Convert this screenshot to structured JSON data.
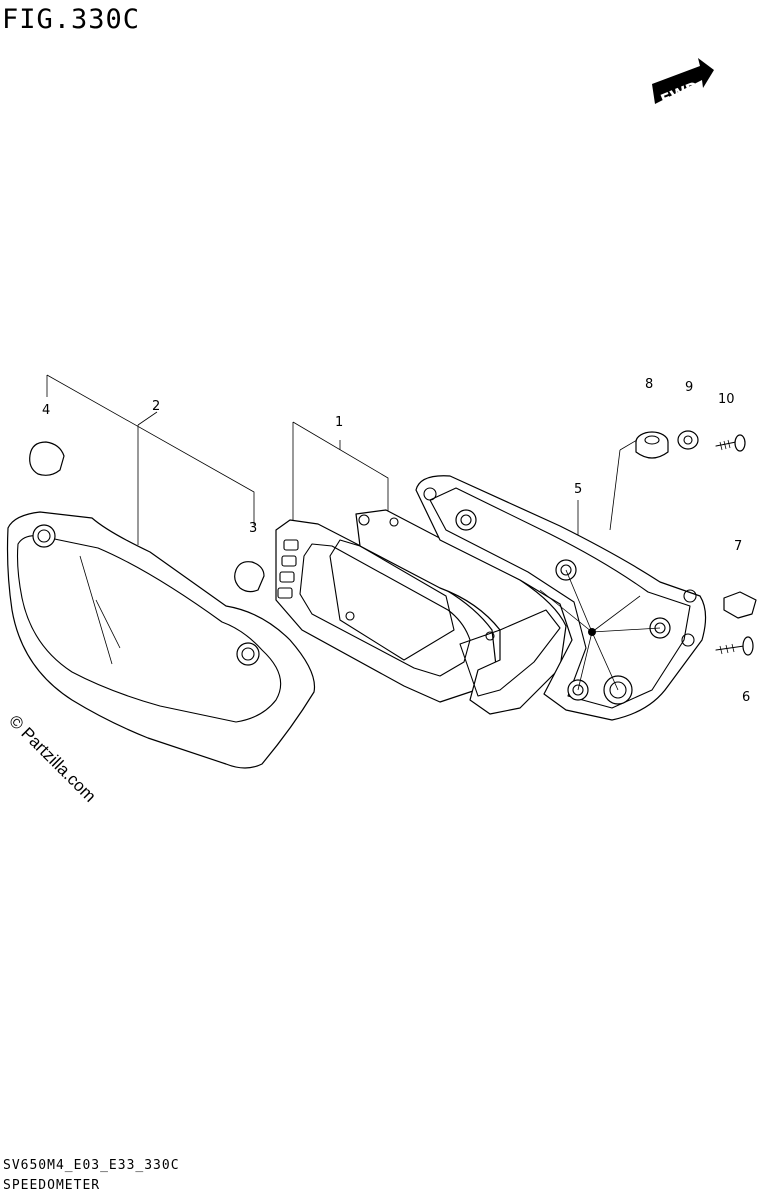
{
  "figure": {
    "title": "FIG.330C"
  },
  "fwd_badge": {
    "label": "FWD"
  },
  "callouts": {
    "c1": "1",
    "c2": "2",
    "c3": "3",
    "c4": "4",
    "c5": "5",
    "c6": "6",
    "c7": "7",
    "c8": "8",
    "c9": "9",
    "c10": "10"
  },
  "watermark": "© Partzilla.com",
  "footer": {
    "code": "SV650M4_E03_E33_330C",
    "name": "SPEEDOMETER"
  }
}
